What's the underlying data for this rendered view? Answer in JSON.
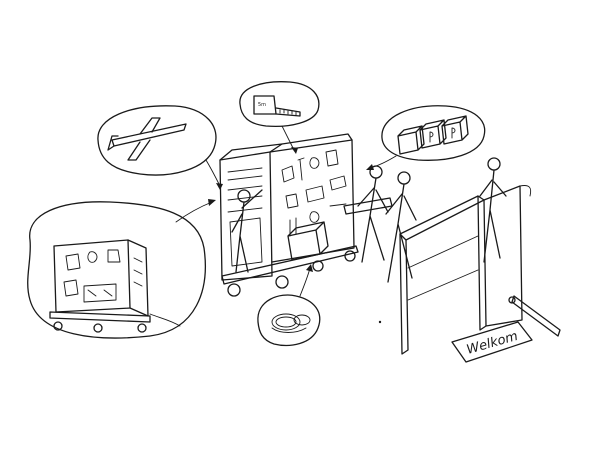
{
  "doormat": {
    "text": "Welkom"
  },
  "tape_measure": {
    "marking": "5m"
  },
  "ink_color": "#1a1a1a",
  "background_color": "#ffffff",
  "elements": [
    "airplane-toy-bubble",
    "tape-measure-bubble",
    "block-letters-bubble",
    "pegboard-cart-detail-bubble",
    "rope-coil-bubble",
    "mobile-tool-cart",
    "people-group",
    "entrance-gate",
    "welcome-doormat"
  ]
}
